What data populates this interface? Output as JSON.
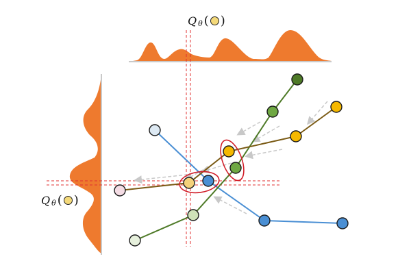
{
  "labels": {
    "top_q": "Q",
    "top_sub": "θ",
    "left_q": "Q",
    "left_sub": "θ"
  },
  "colors": {
    "density": "#ee7a2e",
    "axis_line": "#c9c9c9",
    "dashed": "#e03030",
    "highlight_ellipse": "#d11f2a",
    "arrow": "#c8c8c8",
    "query_dot": "#f4d97a",
    "blue_series": "#4a8fd4",
    "green_series": "#4e7a27",
    "orange_series": "#f5b800",
    "brown_line": "#7a5a14"
  },
  "icons": [
    "circle-node-icon",
    "dashed-arrow-icon",
    "density-curve-icon"
  ]
}
